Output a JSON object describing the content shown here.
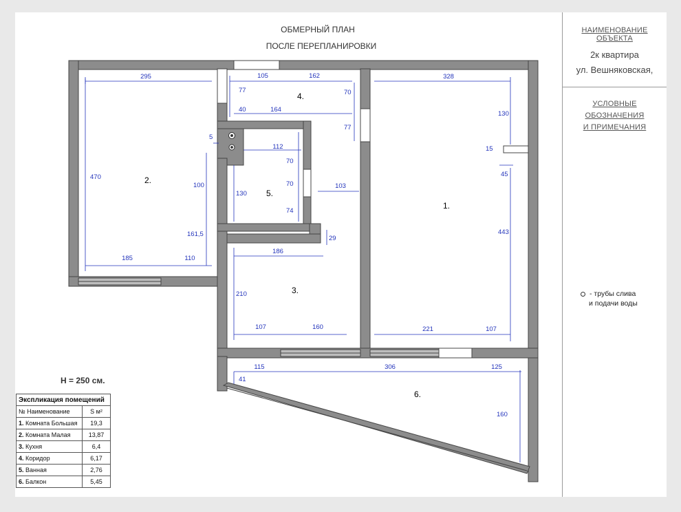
{
  "title": {
    "line1": "ОБМЕРНЫЙ ПЛАН",
    "line2": "ПОСЛЕ ПЕРЕПЛАНИРОВКИ"
  },
  "sidebar": {
    "object_heading": "НАИМЕНОВАНИЕ ОБЪЕКТА",
    "object_line1": "2к квартира",
    "object_line2": "ул. Вешняковская,",
    "legend_heading_1": "УСЛОВНЫЕ ОБОЗНАЧЕНИЯ",
    "legend_heading_2": "И ПРИМЕЧАНИЯ",
    "legend_item_1": "- трубы слива",
    "legend_item_2": "и подачи воды"
  },
  "height_label": "H = 250 см.",
  "explication": {
    "title": "Экспликация помещений",
    "col_name": "№ Наименование",
    "col_area": "S м²",
    "rows": [
      {
        "no": "1.",
        "name": "Комната Большая",
        "area": "19,3"
      },
      {
        "no": "2.",
        "name": "Комната Малая",
        "area": "13,87"
      },
      {
        "no": "3.",
        "name": "Кухня",
        "area": "6,4"
      },
      {
        "no": "4.",
        "name": "Коридор",
        "area": "6,17"
      },
      {
        "no": "5.",
        "name": "Ванная",
        "area": "2,76"
      },
      {
        "no": "6.",
        "name": "Балкон",
        "area": "5,45"
      }
    ]
  },
  "rooms": {
    "r1": "1.",
    "r2": "2.",
    "r3": "3.",
    "r4": "4.",
    "r5": "5.",
    "r6": "6."
  },
  "dims": {
    "d295": "295",
    "d470": "470",
    "d100": "100",
    "d1615": "161,5",
    "d185": "185",
    "d110": "110",
    "d5": "5",
    "d105": "105",
    "d162": "162",
    "d77a": "77",
    "d70a": "70",
    "d40": "40",
    "d164": "164",
    "d77b": "77",
    "d112": "112",
    "d70b": "70",
    "d130a": "130",
    "d70c": "70",
    "d74": "74",
    "d103": "103",
    "d29": "29",
    "d328": "328",
    "d130b": "130",
    "d15": "15",
    "d45": "45",
    "d443": "443",
    "d221": "221",
    "d107a": "107",
    "d186": "186",
    "d210": "210",
    "d107b": "107",
    "d160a": "160",
    "d115": "115",
    "d306": "306",
    "d125": "125",
    "d41": "41",
    "d160b": "160"
  }
}
